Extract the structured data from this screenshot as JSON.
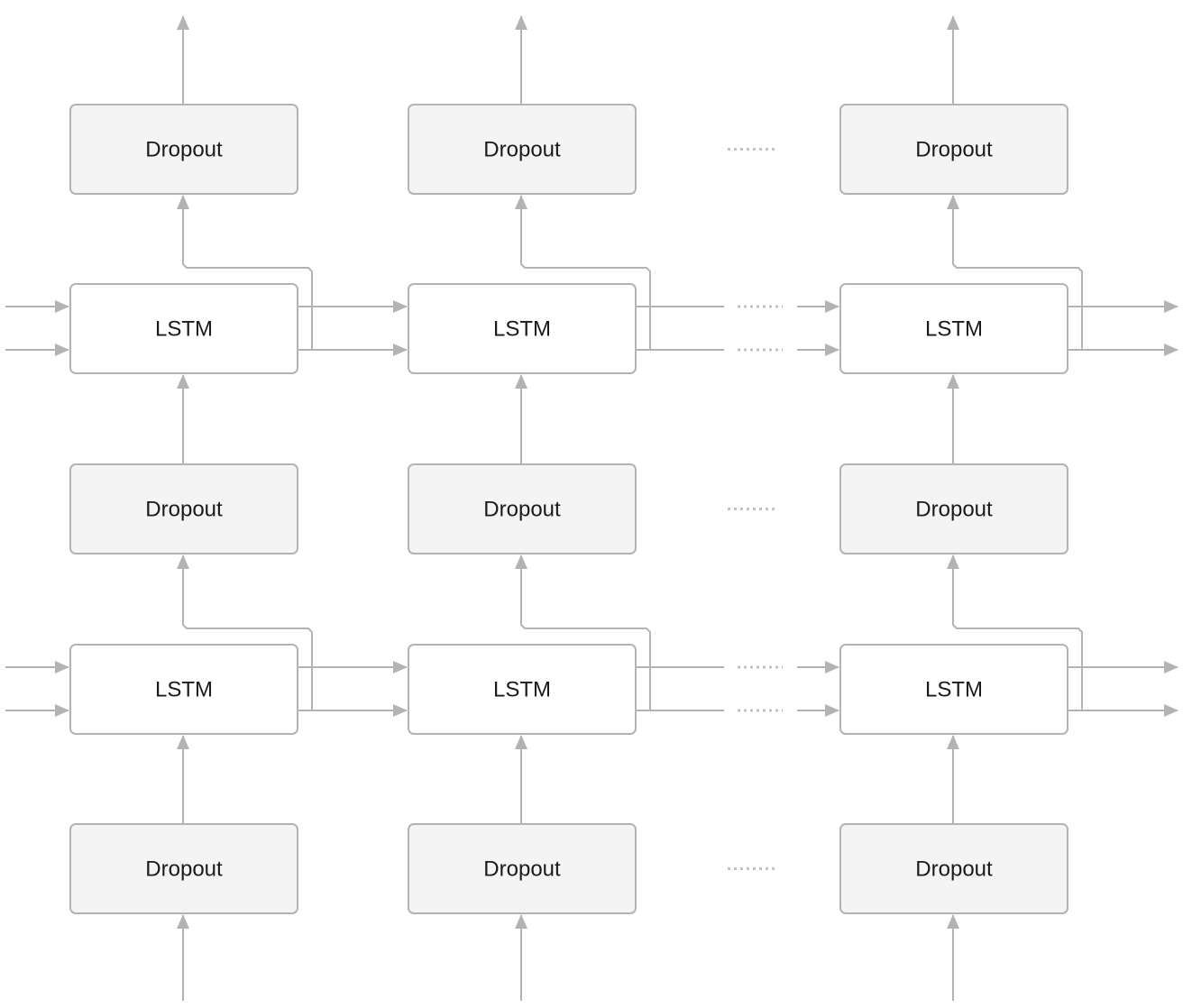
{
  "diagram": {
    "layers": [
      {
        "label": "Dropout",
        "kind": "dropout"
      },
      {
        "label": "LSTM",
        "kind": "lstm"
      },
      {
        "label": "Dropout",
        "kind": "dropout"
      },
      {
        "label": "LSTM",
        "kind": "lstm"
      },
      {
        "label": "Dropout",
        "kind": "dropout"
      }
    ],
    "columns": 3,
    "ellipsis": "......",
    "colors": {
      "dropout_fill": "#f3f4f3",
      "lstm_fill": "#ffffff",
      "border": "#b3b3b3",
      "arrow": "#b3b3b3",
      "dots": "#c4c4c4",
      "text": "#1a1a1a"
    }
  }
}
